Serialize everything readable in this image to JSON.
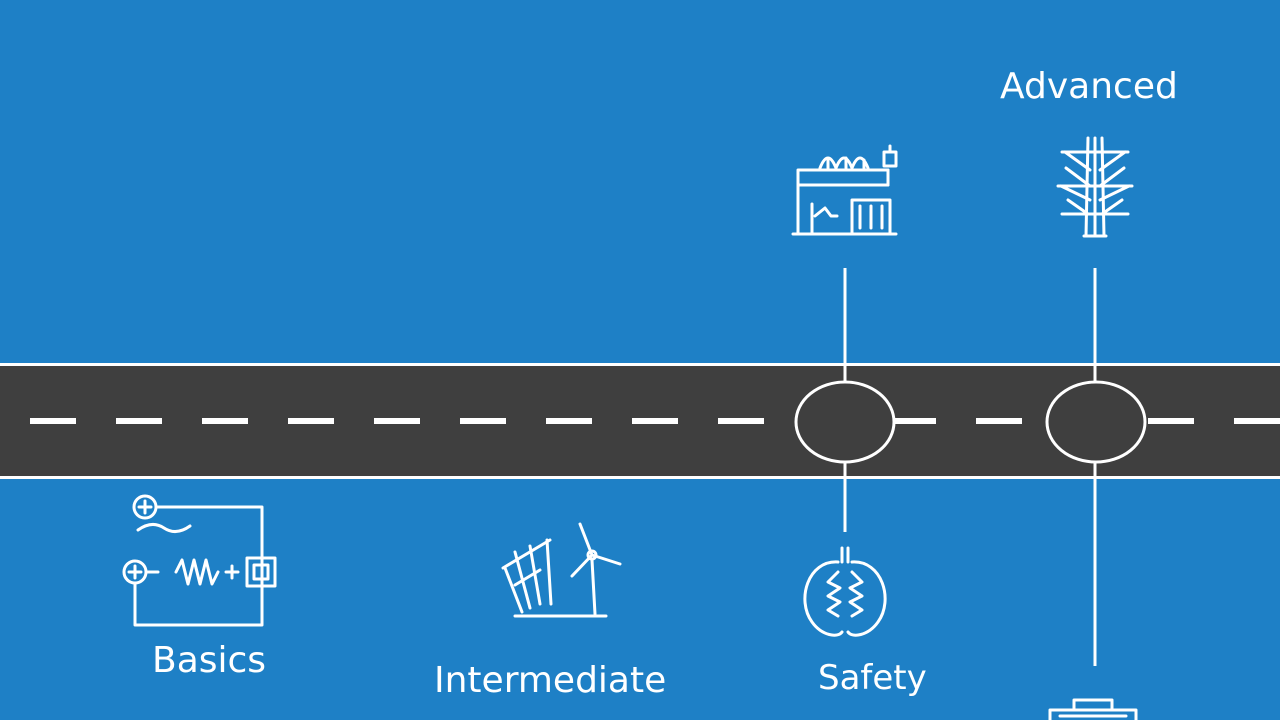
{
  "milestones": [
    {
      "label": "Basics",
      "icon": "circuit-icon"
    },
    {
      "label": "Intermediate",
      "icon": "wind-turbine-icon"
    },
    {
      "label": "Safety",
      "icon": "safety-shield-icon"
    },
    {
      "label": "Advanced",
      "icon": "power-tower-icon"
    }
  ],
  "extra_icons": [
    "substation-icon",
    "device-icon"
  ],
  "colors": {
    "background": "#1e80c6",
    "road": "#3f3f3f",
    "lines": "#ffffff"
  }
}
